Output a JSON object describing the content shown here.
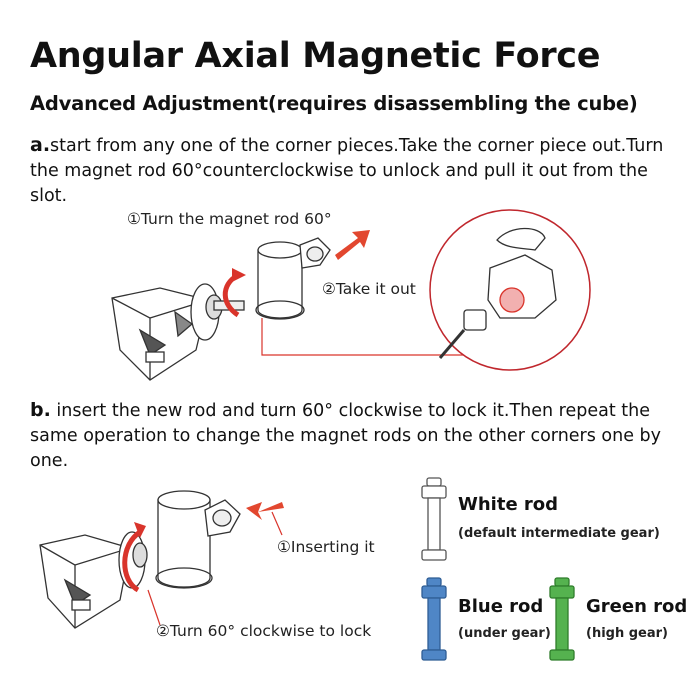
{
  "title": "Angular Axial Magnetic Force",
  "subtitle": "Advanced Adjustment(requires disassembling the cube)",
  "step_a": {
    "marker": "a.",
    "text": "start from any one of the corner pieces.Take the corner piece out.Turn the magnet rod 60°counterclockwise to unlock and pull it out from the slot.",
    "callout_turn": "①Turn the magnet rod 60°",
    "callout_take": "②Take it out"
  },
  "step_b": {
    "marker": "b.",
    "text": " insert the new rod and turn 60° clockwise to lock it.Then repeat the same operation to change the magnet rods on the other corners one by one.",
    "callout_insert": "①Inserting it",
    "callout_turn": "②Turn 60° clockwise to lock"
  },
  "rods": [
    {
      "name": "White rod",
      "note": "(default intermediate gear)",
      "color": "#ffffff"
    },
    {
      "name": "Blue rod",
      "note": "(under gear)",
      "color": "#4f86c6"
    },
    {
      "name": "Green rod",
      "note": "(high gear)",
      "color": "#55b24f"
    }
  ],
  "colors": {
    "accent": "#d9342b",
    "arrow_orange": "#e2472f"
  }
}
